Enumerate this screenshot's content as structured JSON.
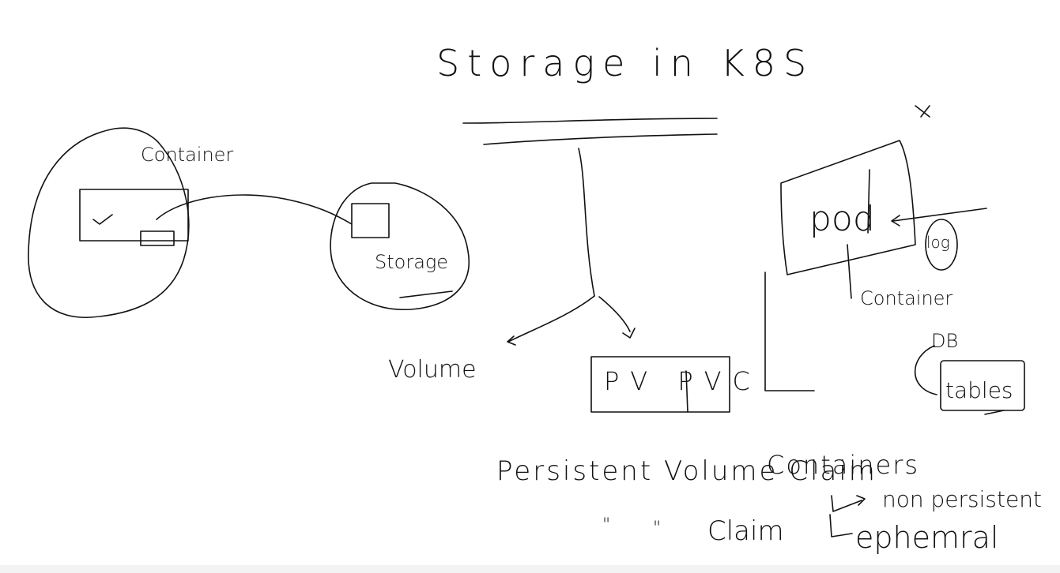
{
  "title": "Storage in K8S",
  "left_sketch": {
    "container_label": "Container",
    "storage_label": "Storage"
  },
  "tree": {
    "volume_label": "Volume",
    "pv_pvc_label": "PV PVC"
  },
  "pod_sketch": {
    "pod_label": "pod",
    "log_label": "log",
    "container_label": "Container",
    "db_label": "DB",
    "tables_label": "tables",
    "x_mark": "x"
  },
  "notes": {
    "persistent_volume_claim": "Persistent Volume Claim",
    "ditto_1": "\"",
    "ditto_2": "\"",
    "claim": "Claim",
    "containers": "Containers",
    "non_persistent": "non persistent",
    "ephemeral": "ephemral"
  }
}
